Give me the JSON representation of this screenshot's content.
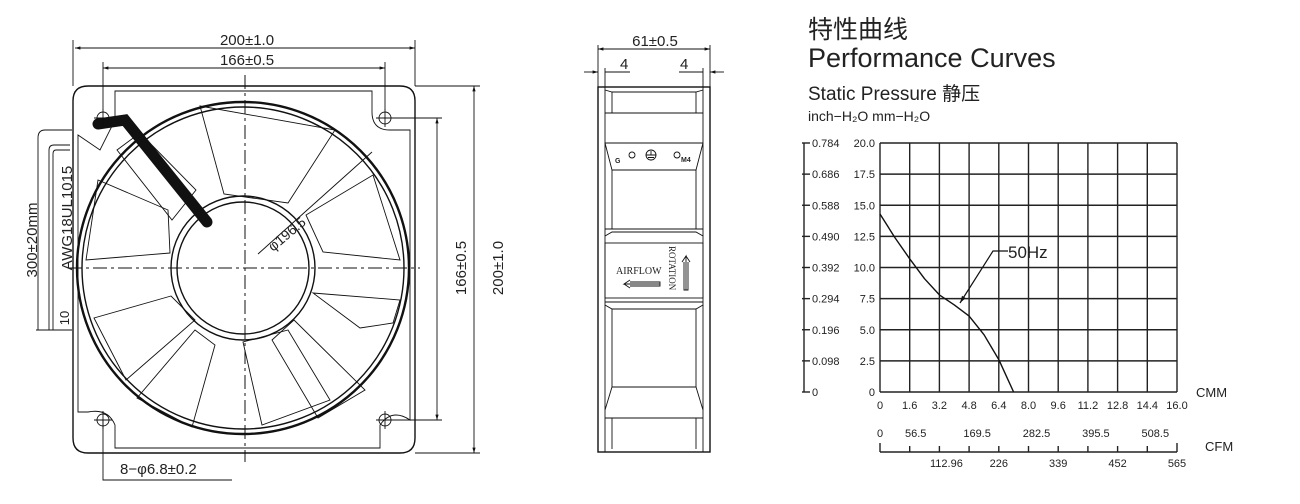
{
  "front_view": {
    "overall_width": "200±1.0",
    "hole_spacing_width": "166±0.5",
    "overall_height": "200±1.0",
    "hole_spacing_height": "166±0.5",
    "ring_diameter": "φ196.5",
    "lead_length": "300±20mm",
    "lead_wire": "AWG18UL1015",
    "strip_length": "10",
    "mount_holes": "8−φ6.8±0.2"
  },
  "side_view": {
    "depth": "61±0.5",
    "flange_left": "4",
    "flange_right": "4",
    "terminal_g": "G",
    "terminal_m4": "M4",
    "airflow_label": "AIRFLOW",
    "rotation_label": "ROTATION"
  },
  "header": {
    "title_cn": "特性曲线",
    "title_en": "Performance Curves",
    "subtitle": "Static Pressure 静压",
    "units": "inch−H₂O  mm−H₂O"
  },
  "chart_data": {
    "type": "line",
    "title": "Performance Curves",
    "ylabel": "Static Pressure",
    "xlabel": "CMM",
    "xlabel2": "CFM",
    "xlim": [
      0,
      16
    ],
    "ylim": [
      0,
      20
    ],
    "grid": true,
    "x_ticks": [
      "0",
      "1.6",
      "3.2",
      "4.8",
      "6.4",
      "8.0",
      "9.6",
      "11.2",
      "12.8",
      "14.4",
      "16.0"
    ],
    "y_ticks_mm": [
      "0",
      "2.5",
      "5.0",
      "7.5",
      "10.0",
      "12.5",
      "15.0",
      "17.5",
      "20.0"
    ],
    "y_ticks_inch": [
      "0",
      "0.098",
      "0.196",
      "0.294",
      "0.392",
      "0.490",
      "0.588",
      "0.686",
      "0.784"
    ],
    "cfm_ticks_top": [
      {
        "cmm": 0,
        "label": "0"
      },
      {
        "cmm": 1.6,
        "label": "56.5"
      },
      {
        "cmm": 4.8,
        "label": "169.5"
      },
      {
        "cmm": 8.0,
        "label": "282.5"
      },
      {
        "cmm": 11.2,
        "label": "395.5"
      },
      {
        "cmm": 14.4,
        "label": "508.5"
      }
    ],
    "cfm_ticks_bottom": [
      {
        "cmm": 3.2,
        "label": "112.96"
      },
      {
        "cmm": 6.4,
        "label": "226"
      },
      {
        "cmm": 9.6,
        "label": "339"
      },
      {
        "cmm": 12.8,
        "label": "452"
      },
      {
        "cmm": 16.0,
        "label": "565"
      }
    ],
    "series": [
      {
        "name": "50Hz",
        "x": [
          0,
          0.8,
          1.6,
          2.4,
          3.2,
          4.0,
          4.8,
          5.6,
          6.4,
          7.2
        ],
        "y": [
          14.3,
          12.4,
          10.7,
          9.1,
          7.8,
          7.0,
          6.1,
          4.6,
          2.6,
          0
        ]
      }
    ],
    "annotation": "50Hz"
  }
}
